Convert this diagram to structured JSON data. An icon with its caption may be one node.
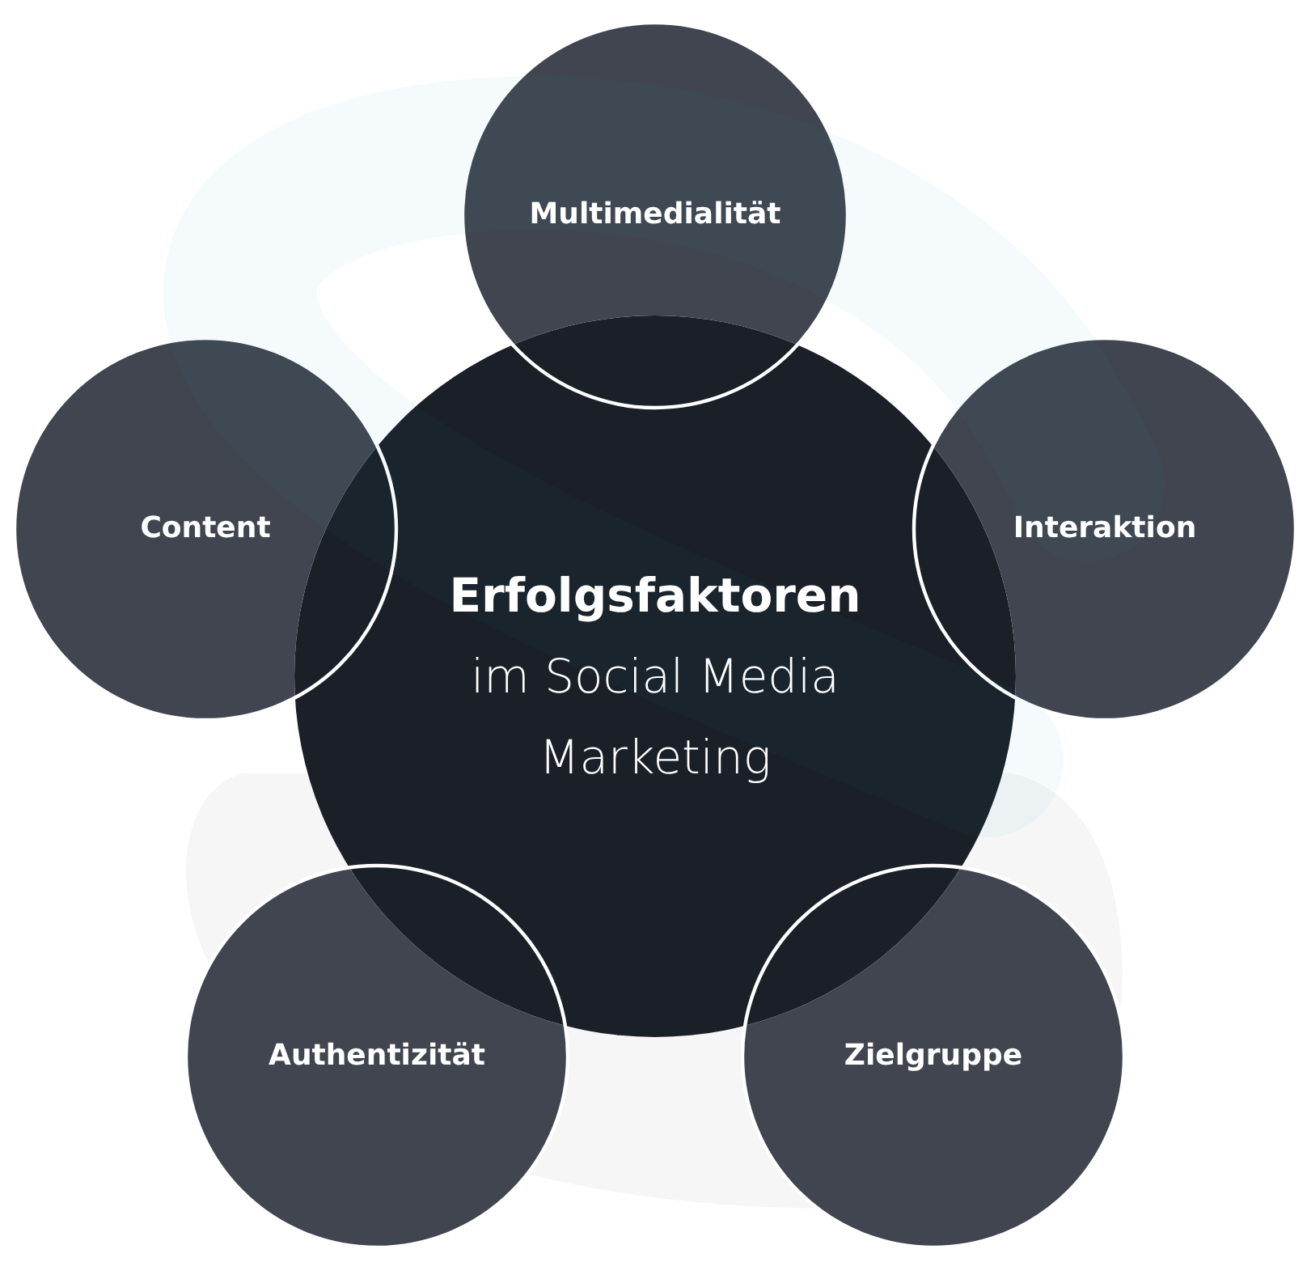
{
  "diagram": {
    "nodes": [
      {
        "text": [
          "Erfolgsfaktoren",
          "im Social Media Marketing"
        ]
      },
      {
        "text": [
          "Multimedialität"
        ]
      },
      {
        "text": [
          "Content"
        ]
      },
      {
        "text": [
          "Interaktion"
        ]
      },
      {
        "text": [
          "Authentizität"
        ]
      },
      {
        "text": [
          "Zielgruppe"
        ]
      }
    ]
  }
}
